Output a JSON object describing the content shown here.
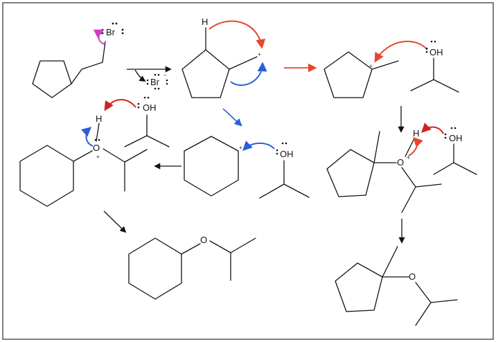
{
  "labels": {
    "br": "Br",
    "br_ion": "Br",
    "h": "H",
    "plus": "+",
    "minus": "−",
    "oh": "OH",
    "o": "O"
  },
  "colors": {
    "frame": "#555555",
    "bond": "#111111",
    "arrow_black": "#111111",
    "arrow_red": "#e8452c",
    "arrow_dark_red": "#d42020",
    "arrow_blue": "#2a5fd6",
    "arrow_magenta": "#d03cc8"
  },
  "icons": {
    "reaction_arrow": "arrow-right",
    "curved_arrow": "curved-arrow",
    "lone_pair": "colon-dots"
  }
}
